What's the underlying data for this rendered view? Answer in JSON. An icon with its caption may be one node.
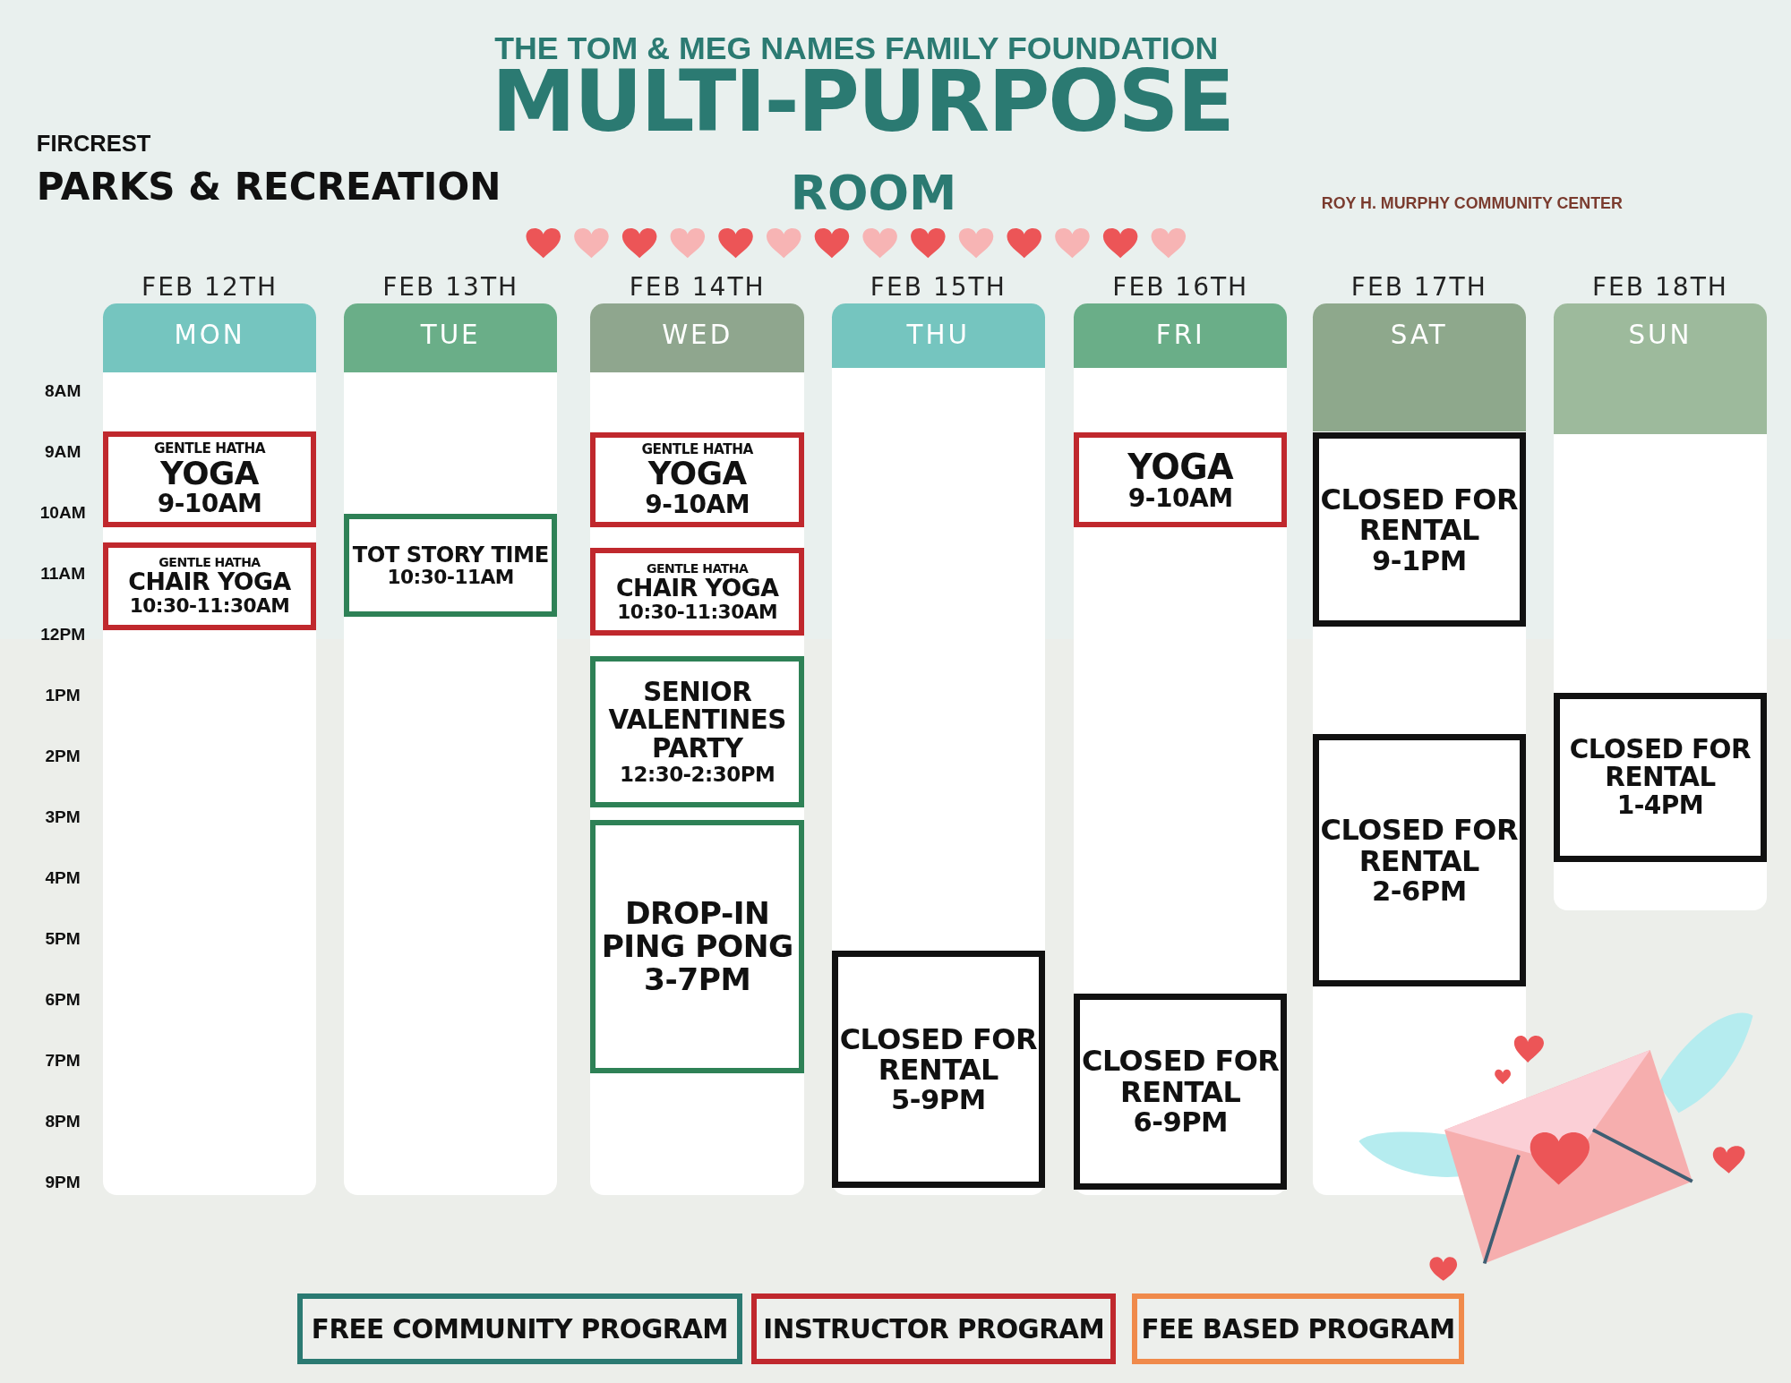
{
  "diagram": {
    "title": "MULTI-PURPOSE",
    "nodes": [
      {
        "text": [
          "MON"
        ],
        "beside": [
          "FEB 12TH"
        ]
      },
      {
        "text": [
          "GENTLE HATHA",
          "YOGA",
          "9-10AM"
        ],
        "in": 0
      },
      {
        "text": [
          "GENTLE HATHA",
          "CHAIR YOGA",
          "10:30-11:30AM"
        ],
        "in": 0
      },
      {
        "text": [
          "TUE"
        ],
        "beside": [
          "FEB 13TH"
        ]
      },
      {
        "text": [
          "TOT STORY TIME",
          "10:30-11AM"
        ],
        "in": 3
      },
      {
        "text": [
          "WED"
        ],
        "beside": [
          "FEB 14TH"
        ]
      },
      {
        "text": [
          "GENTLE HATHA",
          "YOGA",
          "9-10AM"
        ],
        "in": 5
      },
      {
        "text": [
          "GENTLE HATHA",
          "CHAIR YOGA",
          "10:30-11:30AM"
        ],
        "in": 5
      },
      {
        "text": [
          "SENIOR VALENTINES PARTY",
          "12:30-2:30PM"
        ],
        "in": 5
      },
      {
        "text": [
          "DROP-IN PING PONG",
          "3-7PM"
        ],
        "in": 5
      },
      {
        "text": [
          "THU"
        ],
        "beside": [
          "FEB 15TH"
        ]
      },
      {
        "text": [
          "CLOSED FOR RENTAL",
          "5-9PM"
        ],
        "in": 10
      },
      {
        "text": [
          "FRI"
        ],
        "beside": [
          "FEB 16TH"
        ]
      },
      {
        "text": [
          "YOGA",
          "9-10AM"
        ],
        "in": 12
      },
      {
        "text": [
          "CLOSED FOR RENTAL",
          "6-9PM"
        ],
        "in": 12
      },
      {
        "text": [
          "SAT"
        ],
        "beside": [
          "FEB 17TH"
        ]
      },
      {
        "text": [
          "CLOSED FOR RENTAL",
          "9-1PM"
        ],
        "in": 15
      },
      {
        "text": [
          "CLOSED FOR RENTAL",
          "2-6PM"
        ],
        "in": 15
      },
      {
        "text": [
          "SUN"
        ],
        "beside": [
          "FEB 18TH"
        ]
      },
      {
        "text": [
          "CLOSED FOR RENTAL",
          "1-4PM"
        ],
        "in": 18
      }
    ],
    "labels": [
      "FIRCREST",
      "PARKS & RECREATION",
      "THE TOM & MEG NAMES FAMILY FOUNDATION",
      "ROOM",
      "ROY H. MURPHY COMMUNITY CENTER",
      "8AM",
      "9AM",
      "10AM",
      "11AM",
      "12PM",
      "1PM",
      "2PM",
      "3PM",
      "4PM",
      "5PM",
      "6PM",
      "7PM",
      "8PM",
      "9PM"
    ],
    "legend": [
      {
        "text": "FREE COMMUNITY PROGRAM",
        "color": "#2b7a72"
      },
      {
        "text": "INSTRUCTOR PROGRAM",
        "color": "#c0282d"
      },
      {
        "text": "FEE BASED PROGRAM",
        "color": "#f08a4b"
      }
    ]
  }
}
